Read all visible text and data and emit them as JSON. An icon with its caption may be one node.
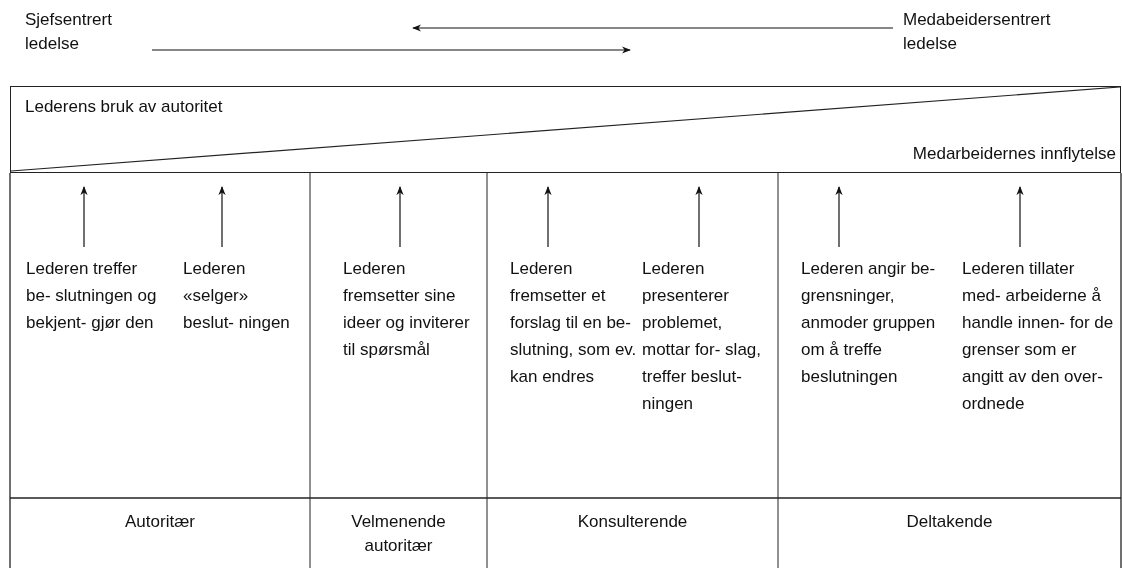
{
  "diagram": {
    "nodes": [
      {
        "text": [
          "Sjefsentrert ledelse"
        ]
      },
      {
        "text": [
          "Medabeidersentrert ledelse"
        ]
      },
      {
        "text": [
          "Lederens bruk av autoritet",
          "Medarbeidernes innflytelse"
        ]
      },
      {
        "text": [
          "Lederen treffer be- slutningen og bekjent- gjør den"
        ]
      },
      {
        "text": [
          "Lederen «selger» beslut- ningen"
        ]
      },
      {
        "text": [
          "Lederen fremsetter sine ideer og inviterer til spørsmål"
        ]
      },
      {
        "text": [
          "Lederen fremsetter et forslag til en be- slutning, som ev. kan endres"
        ]
      },
      {
        "text": [
          "Lederen presenterer problemet, mottar for- slag, treffer beslut- ningen"
        ]
      },
      {
        "text": [
          "Lederen angir be- grensninger, anmoder gruppen om å treffe beslutningen"
        ]
      },
      {
        "text": [
          "Lederen tillater med- arbeiderne å handle innen- for de grenser som er angitt av den over- ordnede"
        ]
      }
    ],
    "edges": [
      {
        "from": 1,
        "to": null,
        "arrow": "to"
      },
      {
        "from": 0,
        "to": null,
        "arrow": "to"
      },
      {
        "from": 3,
        "to": 2,
        "arrow": "to"
      },
      {
        "from": 4,
        "to": 2,
        "arrow": "to"
      },
      {
        "from": 5,
        "to": 2,
        "arrow": "to"
      },
      {
        "from": 6,
        "to": 2,
        "arrow": "to"
      },
      {
        "from": 7,
        "to": 2,
        "arrow": "to"
      },
      {
        "from": 8,
        "to": 2,
        "arrow": "to"
      },
      {
        "from": 9,
        "to": 2,
        "arrow": "to"
      }
    ],
    "labels": [
      "Autoritær",
      "Velmenende autoritær",
      "Konsulterende",
      "Deltakende"
    ]
  }
}
